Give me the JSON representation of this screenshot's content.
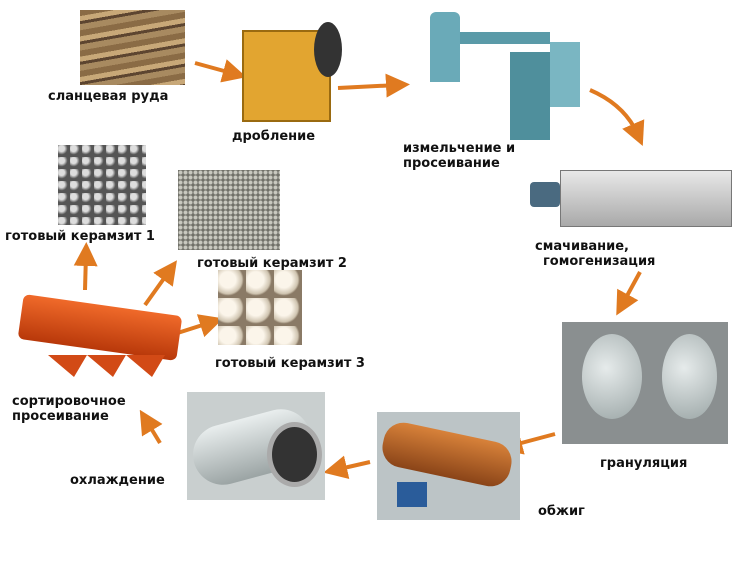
{
  "arrow_color": "#e07a20",
  "steps": {
    "shale": "сланцевая руда",
    "crushing": "дробление",
    "grinding_1": "измельчение и",
    "grinding_2": "просеивание",
    "wetting_1": "смачивание,",
    "wetting_2": "гомогенизация",
    "granulation": "грануляция",
    "firing": "обжиг",
    "cooling": "охлаждение",
    "sorting_1": "сортировочное",
    "sorting_2": "просеивание",
    "product1": "готовый керамзит 1",
    "product2": "готовый керамзит 2",
    "product3": "готовый керамзит 3"
  }
}
